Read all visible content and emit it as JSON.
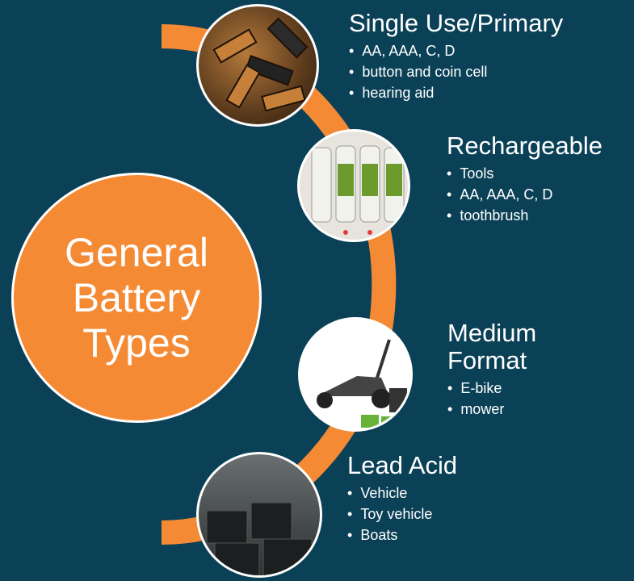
{
  "title": "General Battery Types",
  "colors": {
    "background": "#0b4157",
    "accent": "#f58a35"
  },
  "categories": [
    {
      "heading": "Single Use/Primary",
      "items": [
        "AA, AAA, C, D",
        "button and coin cell",
        "hearing aid"
      ],
      "photo": "disposable-batteries-photo"
    },
    {
      "heading": "Rechargeable",
      "items": [
        "Tools",
        "AA, AAA, C, D",
        "toothbrush"
      ],
      "photo": "rechargeable-batteries-photo"
    },
    {
      "heading": "Medium Format",
      "items": [
        "E-bike",
        "mower"
      ],
      "photo": "electric-mower-photo"
    },
    {
      "heading": "Lead Acid",
      "items": [
        "Vehicle",
        "Toy vehicle",
        "Boats"
      ],
      "photo": "lead-acid-batteries-photo"
    }
  ]
}
